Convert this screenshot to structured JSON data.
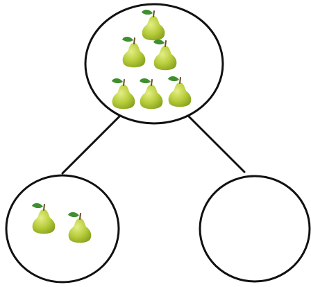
{
  "diagram": {
    "type": "number-bond",
    "icon": "pear-icon",
    "whole": {
      "count": 6
    },
    "parts": [
      {
        "count": 2
      },
      {
        "count": 0
      }
    ],
    "colors": {
      "pear_body": "#b7cc3a",
      "pear_highlight": "#d8e66a",
      "pear_shadow": "#8fa823",
      "leaf": "#3f8f2f",
      "stem": "#6b4a2b",
      "outline": "#111111"
    }
  }
}
